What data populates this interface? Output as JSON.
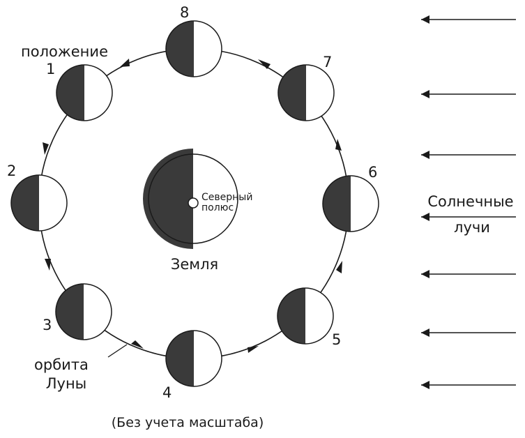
{
  "labels": {
    "position_word": "положение",
    "north_pole_line1": "Северный",
    "north_pole_line2": "полюс",
    "earth": "Земля",
    "sun_rays_line1": "Солнечные",
    "sun_rays_line2": "лучи",
    "orbit_line1": "орбита",
    "orbit_line2": "Луны",
    "scale_note": "(Без учета масштаба)"
  },
  "moon_positions": [
    "1",
    "2",
    "3",
    "4",
    "5",
    "6",
    "7",
    "8"
  ],
  "colors": {
    "dark_half": "#3a3a3a",
    "light_half": "#ffffff",
    "stroke": "#1a1a1a"
  }
}
